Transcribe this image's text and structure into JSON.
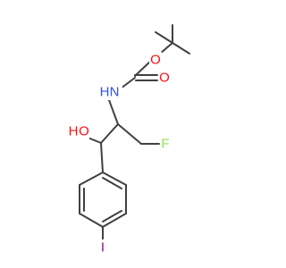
{
  "molecule": {
    "atoms": {
      "O_ester": {
        "label": "O",
        "color": "#ff0d0d"
      },
      "O_carbonyl": {
        "label": "O",
        "color": "#ff0d0d"
      },
      "N_amide": {
        "label": "N",
        "color": "#3050f8"
      },
      "H_amide": {
        "label": "H",
        "color": "#3050f8"
      },
      "O_hydroxyl": {
        "label": "O",
        "color": "#ff0d0d"
      },
      "H_hydroxyl": {
        "label": "H",
        "color": "#ff0d0d"
      },
      "F": {
        "label": "F",
        "color": "#90e050"
      },
      "I": {
        "label": "I",
        "color": "#940094"
      }
    },
    "bond_color": "#404040"
  }
}
